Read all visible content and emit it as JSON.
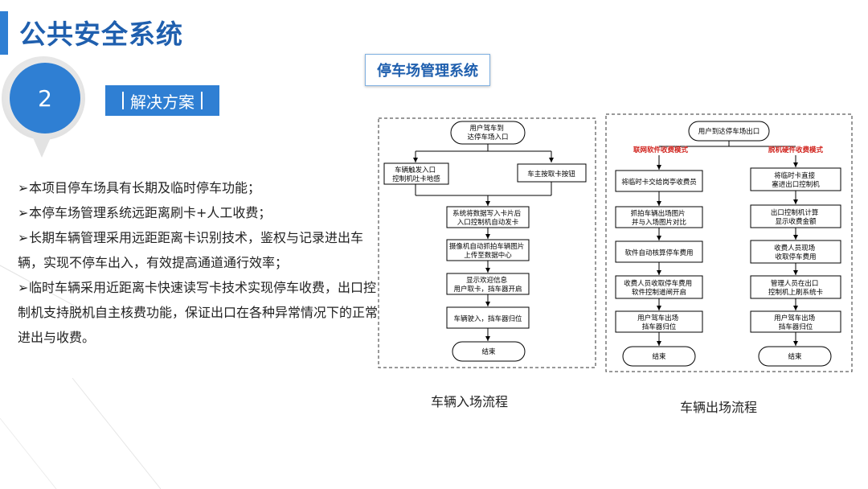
{
  "header": {
    "title": "公共安全系统",
    "section_number": "2",
    "section_label": "解决方案"
  },
  "bullets": [
    "本项目停车场具有长期及临时停车功能；",
    "本停车场管理系统远距离刷卡+人工收费；",
    "长期车辆管理采用远距距离卡识别技术，鉴权与记录进出车辆，实现不停车出入，有效提高通道通行效率；",
    "临时车辆采用近距离卡快速读写卡技术实现停车收费，出口控制机支持脱机自主核费功能，保证出口在各种异常情况下的正常进出与收费。"
  ],
  "bullet_marker": "➢",
  "diagram": {
    "title": "停车场管理系统",
    "entry": {
      "caption": "车辆入场流程",
      "start": [
        "用户驾车到",
        "达停车场入口"
      ],
      "left_branch": [
        "车辆触发入口",
        "控制机吐卡地感"
      ],
      "right_branch": [
        "车主按取卡按钮"
      ],
      "steps": [
        [
          "系统将数据写入卡片后",
          "入口控制机自动发卡"
        ],
        [
          "摄像机自动抓拍车辆图片",
          "上传至数据中心"
        ],
        [
          "显示欢迎信息",
          "用户取卡，挡车器开启"
        ],
        [
          "车辆驶入，挡车器归位"
        ]
      ],
      "end": "结束"
    },
    "exit": {
      "caption": "车辆出场流程",
      "start": "用户到达停车场出口",
      "mode_online": "联网软件收费模式",
      "mode_offline": "脱机硬件收费模式",
      "online_steps": [
        [
          "将临时卡交给岗亭收费员"
        ],
        [
          "抓拍车辆出场图片",
          "并与入场图片对比"
        ],
        [
          "软件自动核算停车费用"
        ],
        [
          "收费人员收取停车费用",
          "软件控制道闸开启"
        ],
        [
          "用户驾车出场",
          "挡车器归位"
        ]
      ],
      "offline_steps": [
        [
          "将临时卡直接",
          "塞进出口控制机"
        ],
        [
          "出口控制机计算",
          "显示收费金额"
        ],
        [
          "收费人员现场",
          "收取停车费用"
        ],
        [
          "管理人员在出口",
          "控制机上刷系统卡"
        ],
        [
          "用户驾车出场",
          "挡车器归位"
        ]
      ],
      "end": "结束"
    }
  },
  "colors": {
    "accent": "#2f7fd3",
    "title_blue": "#1f5fae",
    "mode_red": "#d0201a"
  }
}
